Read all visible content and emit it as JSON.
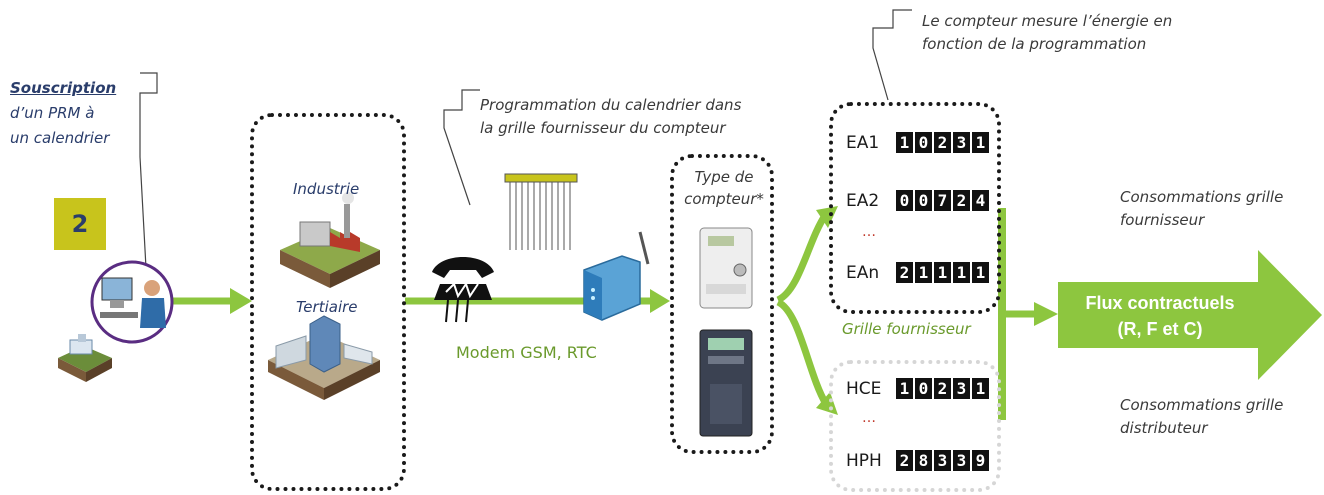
{
  "subscription": {
    "title": "Souscription",
    "line2": "d’un  PRM à",
    "line3": "un calendrier"
  },
  "step_badge": "2",
  "sites": {
    "industry": "Industrie",
    "tertiary": "Tertiaire"
  },
  "programming_note": {
    "line1": "Programmation  du calendrier dans",
    "line2": "la grille fournisseur du compteur"
  },
  "modem_label": "Modem GSM, RTC",
  "meter_type": {
    "line1": "Type de",
    "line2": "compteur*"
  },
  "meter_note": {
    "line1": "Le compteur mesure l’énergie en",
    "line2": "fonction de la programmation"
  },
  "supplier_grid": {
    "registers": [
      {
        "label": "EA1",
        "digits": [
          "1",
          "0",
          "2",
          "3",
          "1"
        ]
      },
      {
        "label": "EA2",
        "digits": [
          "0",
          "0",
          "7",
          "2",
          "4"
        ]
      },
      {
        "label": "EAn",
        "digits": [
          "2",
          "1",
          "1",
          "1",
          "1"
        ]
      }
    ],
    "ellipsis": "…",
    "label": "Grille fournisseur"
  },
  "distributor_grid": {
    "registers": [
      {
        "label": "HCE",
        "digits": [
          "1",
          "0",
          "2",
          "3",
          "1"
        ]
      },
      {
        "label": "HPH",
        "digits": [
          "2",
          "8",
          "3",
          "3",
          "9"
        ]
      }
    ],
    "ellipsis": "…"
  },
  "flow_arrow": {
    "line1": "Flux contractuels",
    "line2": "(R, F et C)"
  },
  "supplier_consumption": {
    "line1": "Consommations grille",
    "line2": "fournisseur"
  },
  "distributor_consumption": {
    "line1": "Consommations grille",
    "line2": "distributeur"
  },
  "colors": {
    "green": "#8dc63f",
    "badge": "#c8c41c",
    "dotted": "#1a1a1a"
  }
}
